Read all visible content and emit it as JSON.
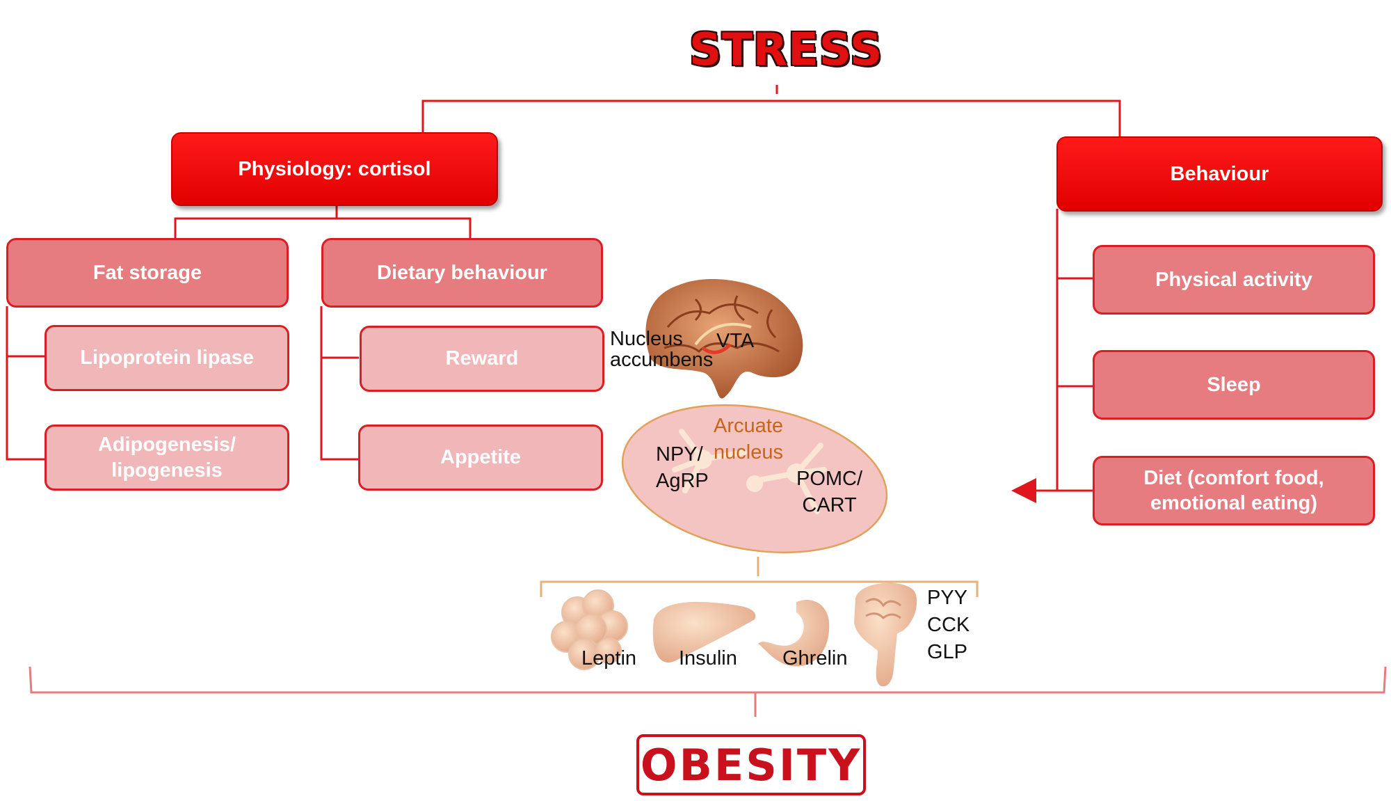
{
  "title": {
    "text": "STRESS",
    "color": "#e01010"
  },
  "physiology": {
    "label": "Physiology: cortisol",
    "fat_storage": {
      "label": "Fat storage",
      "items": [
        "Lipoprotein lipase",
        "Adipogenesis/\nlipogenesis"
      ]
    },
    "dietary_behaviour": {
      "label": "Dietary behaviour",
      "items": [
        "Reward",
        "Appetite"
      ]
    }
  },
  "behaviour": {
    "label": "Behaviour",
    "items": [
      "Physical activity",
      "Sleep",
      "Diet (comfort food,\nemotional eating)"
    ]
  },
  "brain": {
    "nucleus_accumbens": "Nucleus\naccumbens",
    "vta": "VTA",
    "arcuate_nucleus": "Arcuate\nnucleus",
    "npy_agrp": "NPY/\nAgRP",
    "pomc_cart": "POMC/\nCART"
  },
  "hormones": {
    "leptin": "Leptin",
    "insulin": "Insulin",
    "ghrelin": "Ghrelin",
    "gut": "PYY\nCCK\nGLP"
  },
  "outcome": {
    "text": "OBESITY",
    "color": "#c8111d"
  },
  "colors": {
    "connector": "#e0151d",
    "box_dark": "#ff0000",
    "box_mid": "#e67c7f",
    "box_light": "#f0b6b8",
    "brace": "#e87b7b",
    "hormone_brace": "#e6b07a",
    "arcuate_fill": "#f3c4c1",
    "arcuate_border": "#e2a05a"
  }
}
